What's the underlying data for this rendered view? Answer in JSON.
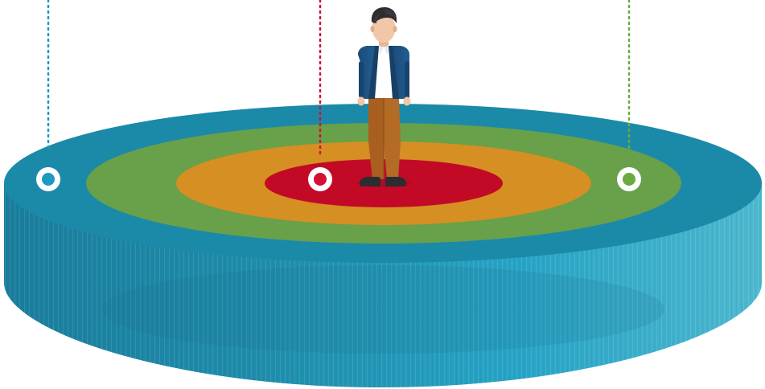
{
  "colors": {
    "background": "#ffffff",
    "platform_top": "#1b8aa8",
    "platform_side_dark": "#1a7d9c",
    "platform_side_light": "#2aa7c8",
    "ring_green": "#69a04a",
    "ring_orange": "#d58f22",
    "center_red": "#c20a27",
    "marker_blue": "#1a9bbf",
    "marker_red": "#d21134",
    "marker_green": "#6aaa3f",
    "person_jacket": "#1d4f7d",
    "person_shirt": "#ffffff",
    "person_skin": "#f1c7a8",
    "person_hair": "#2f2b31",
    "person_trousers": "#a85f20",
    "person_shoes": "#2c2c31"
  },
  "diagram": {
    "rings": [
      {
        "name": "outer-platform-ring",
        "color_key": "platform_top"
      },
      {
        "name": "green-ring",
        "color_key": "ring_green"
      },
      {
        "name": "orange-ring",
        "color_key": "ring_orange"
      },
      {
        "name": "red-center",
        "color_key": "center_red"
      }
    ],
    "markers": [
      {
        "name": "blue-marker",
        "color_key": "marker_blue",
        "ring": "outer-platform-ring"
      },
      {
        "name": "red-marker",
        "color_key": "marker_red",
        "ring": "red-center"
      },
      {
        "name": "green-marker",
        "color_key": "marker_green",
        "ring": "green-ring"
      }
    ],
    "figure": {
      "name": "standing-person-icon",
      "position": "center ring"
    }
  }
}
